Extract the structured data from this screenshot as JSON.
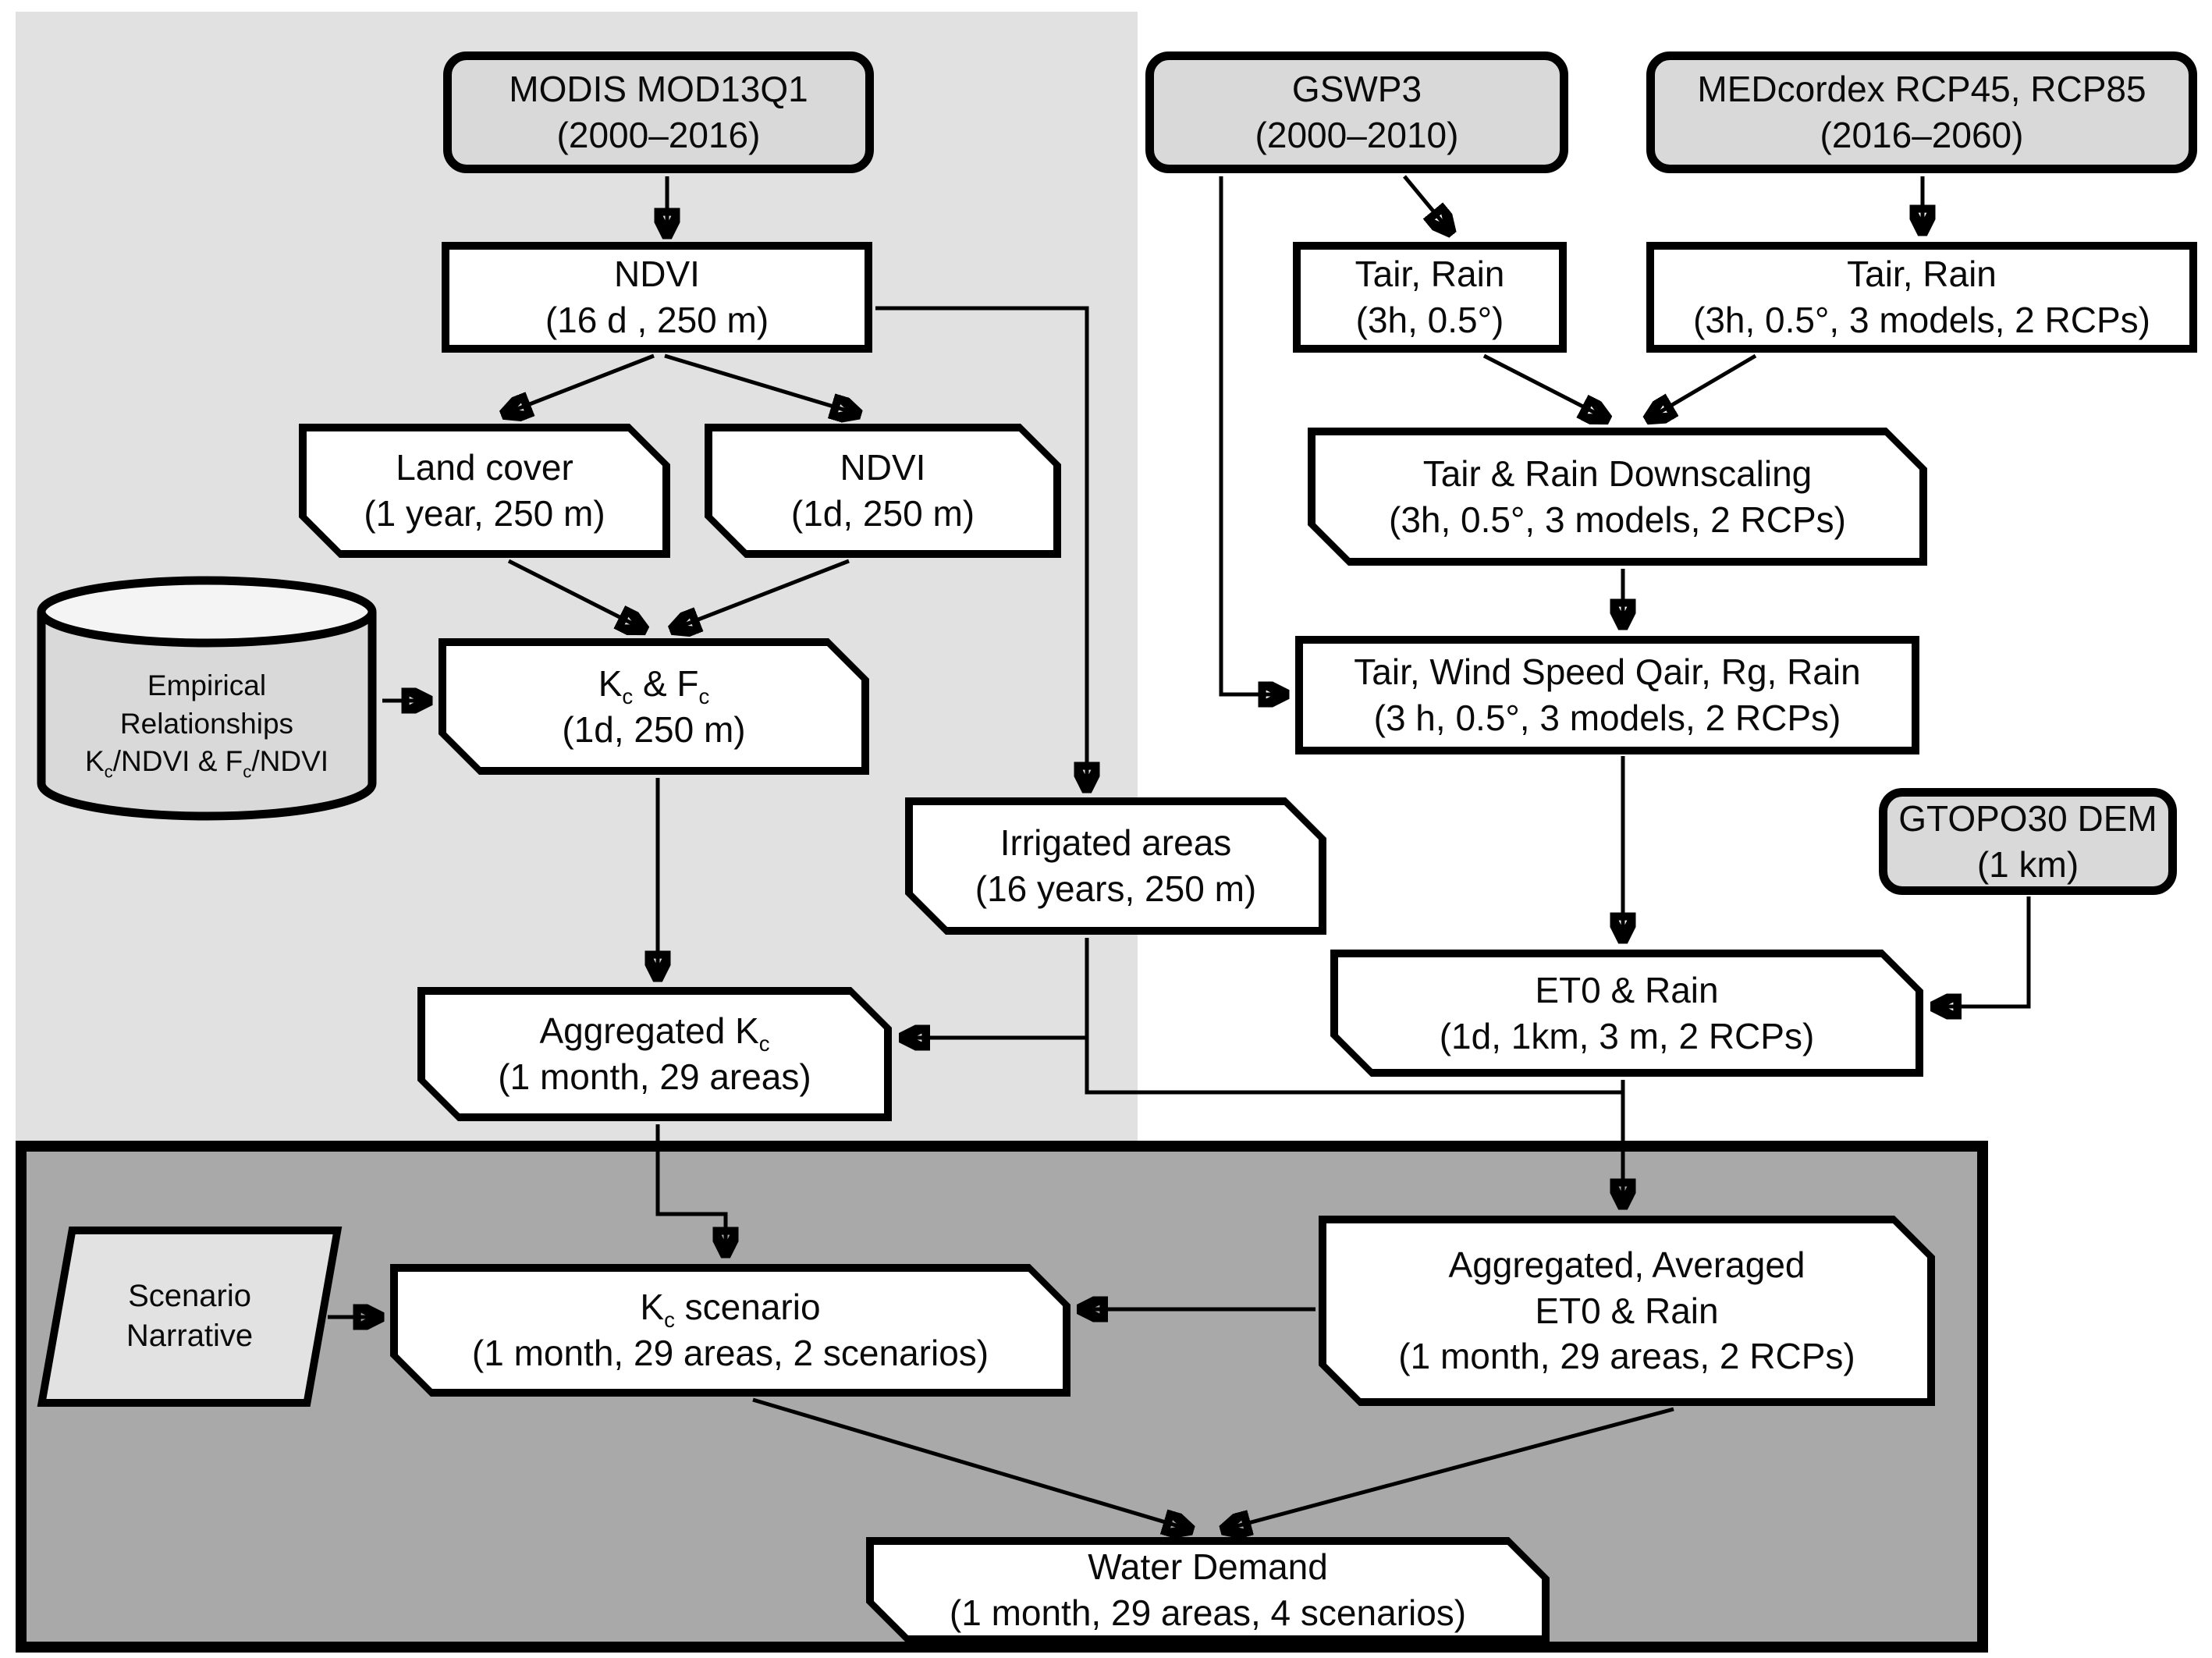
{
  "colors": {
    "background": "#ffffff",
    "panel_light": "#e1e1e1",
    "panel_dark": "#a9a9a9",
    "source_fill": "#d9d9d9",
    "parallelogram_fill": "#e2e2e2",
    "node_fill": "#ffffff",
    "stroke": "#000000"
  },
  "nodes": {
    "modis": {
      "line1": "MODIS MOD13Q1",
      "line2": "(2000–2016)"
    },
    "gswp3": {
      "line1": "GSWP3",
      "line2": "(2000–2010)"
    },
    "medcordex": {
      "line1": "MEDcordex RCP45, RCP85",
      "line2": "(2016–2060)"
    },
    "ndvi16": {
      "line1": "NDVI",
      "line2": "(16 d , 250 m)"
    },
    "tair_gswp3": {
      "line1": "Tair, Rain",
      "line2": "(3h, 0.5°)"
    },
    "tair_med": {
      "line1": "Tair, Rain",
      "line2": "(3h, 0.5°, 3 models, 2 RCPs)"
    },
    "landcover": {
      "line1": "Land cover",
      "line2": "(1 year, 250 m)"
    },
    "ndvi1d": {
      "line1": "NDVI",
      "line2": "(1d, 250 m)"
    },
    "downscaling": {
      "line1": "Tair & Rain Downscaling",
      "line2": "(3h, 0.5°, 3 models, 2 RCPs)"
    },
    "empirical": {
      "line1": "Empirical",
      "line2": "Relationships",
      "line3": "K_c/NDVI & F_c/NDVI"
    },
    "kcfc": {
      "line1": "K_c & F_c",
      "line2": "(1d, 250 m)"
    },
    "tair_wind": {
      "line1": "Tair, Wind Speed Qair, Rg, Rain",
      "line2": "(3 h, 0.5°, 3 models, 2 RCPs)"
    },
    "irrigated": {
      "line1": "Irrigated areas",
      "line2": "(16 years, 250 m)"
    },
    "gtopo": {
      "line1": "GTOPO30 DEM",
      "line2": "(1 km)"
    },
    "aggkc": {
      "line1": "Aggregated K_c",
      "line2": "(1 month, 29 areas)"
    },
    "et0rain": {
      "line1": "ET0 & Rain",
      "line2": "(1d, 1km, 3 m,  2 RCPs)"
    },
    "narrative": {
      "line1": "Scenario",
      "line2": "Narrative"
    },
    "kcscenario": {
      "line1": "K_c scenario",
      "line2": "(1 month, 29 areas, 2 scenarios)"
    },
    "agget0": {
      "line1": "Aggregated, Averaged",
      "line2": "ET0 & Rain",
      "line3": "(1 month, 29 areas, 2 RCPs)"
    },
    "waterdemand": {
      "line1": "Water Demand",
      "line2": "(1 month, 29 areas, 4 scenarios)"
    }
  }
}
